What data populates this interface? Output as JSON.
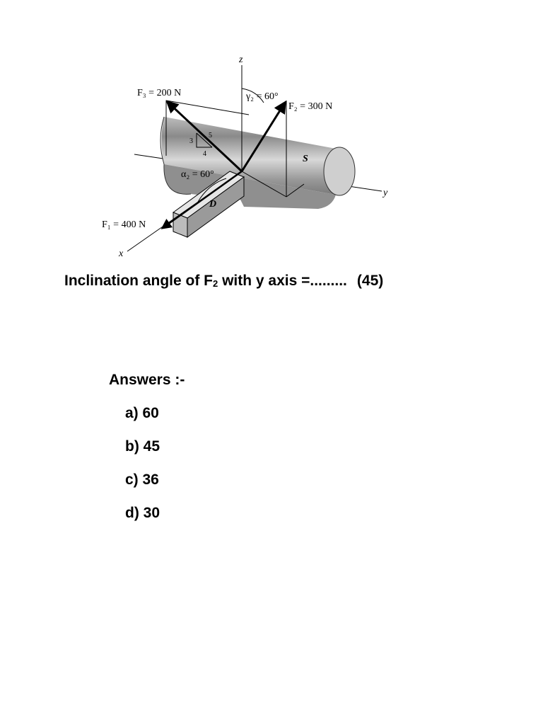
{
  "figure": {
    "axis_z": "z",
    "axis_y": "y",
    "axis_x": "x",
    "f3_label": "F₃ = 200 N",
    "gamma2_label": "γ₂ = 60°",
    "f2_label": "F₂ = 300 N",
    "alpha2_label": "α₂ = 60°",
    "f1_label": "F₁ = 400 N",
    "triangle_3": "3",
    "triangle_4": "4",
    "triangle_5": "5",
    "label_s": "S",
    "label_d": "D"
  },
  "question": {
    "prefix": "Inclination angle of F",
    "subscript": "2",
    "suffix": " with y axis =.........",
    "hint": "(45)"
  },
  "answers": {
    "title": "Answers :-",
    "options": [
      "a) 60",
      "b) 45",
      "c) 36",
      "d) 30"
    ]
  }
}
